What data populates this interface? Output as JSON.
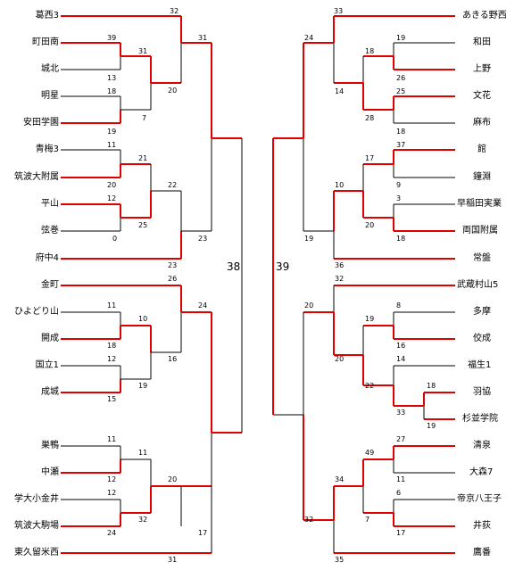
{
  "colors": {
    "winner_line": "#e00000",
    "loser_line": "#000000"
  },
  "left_teams": [
    "葛西3",
    "町田南",
    "城北",
    "明星",
    "安田学園",
    "青梅3",
    "筑波大附属",
    "平山",
    "弦巻",
    "府中4",
    "金町",
    "ひよどり山",
    "開成",
    "国立1",
    "成城",
    "巣鴨",
    "中瀬",
    "学大小金井",
    "筑波大駒場",
    "東久留米西"
  ],
  "right_teams": [
    "あきる野西",
    "和田",
    "上野",
    "文花",
    "麻布",
    "館",
    "鐘淵",
    "早稲田実業",
    "両国附属",
    "常盤",
    "武蔵村山5",
    "多摩",
    "佼成",
    "福生1",
    "羽協",
    "杉並学院",
    "清泉",
    "大森7",
    "帝京八王子",
    "井荻",
    "鷹番"
  ],
  "scores": {
    "l_32_top": "32",
    "l_31": "31",
    "l_20": "20",
    "l_39": "39",
    "l_13": "13",
    "l_31b": "31",
    "l_18": "18",
    "l_7": "7",
    "l_19": "19",
    "l_11": "11",
    "l_21": "21",
    "l_20b": "20",
    "l_22": "22",
    "l_12": "12",
    "l_25": "25",
    "l_0": "0",
    "l_23": "23",
    "l_23b": "23",
    "l_26": "26",
    "l_24": "24",
    "l_11b": "11",
    "l_10": "10",
    "l_18b": "18",
    "l_16": "16",
    "l_12b": "12",
    "l_19b": "19",
    "l_15": "15",
    "l_11c": "11",
    "l_11d": "11",
    "l_12c": "12",
    "l_20c": "20",
    "l_12d": "12",
    "l_32": "32",
    "l_24b": "24",
    "l_17": "17",
    "l_31c": "31",
    "final_left": "38",
    "final_right": "39",
    "r_33": "33",
    "r_24": "24",
    "r_19": "19",
    "r_18": "18",
    "r_26": "26",
    "r_14": "14",
    "r_25": "25",
    "r_28": "28",
    "r_18b": "18",
    "r_37": "37",
    "r_17": "17",
    "r_9": "9",
    "r_10": "10",
    "r_3": "3",
    "r_20": "20",
    "r_18c": "18",
    "r_19b": "19",
    "r_36": "36",
    "r_32": "32",
    "r_20b": "20",
    "r_8": "8",
    "r_19c": "19",
    "r_16": "16",
    "r_20c": "20",
    "r_14b": "14",
    "r_22": "22",
    "r_18d": "18",
    "r_33b": "33",
    "r_19d": "19",
    "r_27": "27",
    "r_49": "49",
    "r_11": "11",
    "r_34": "34",
    "r_6": "6",
    "r_7": "7",
    "r_17b": "17",
    "r_32b": "32",
    "r_35": "35"
  }
}
